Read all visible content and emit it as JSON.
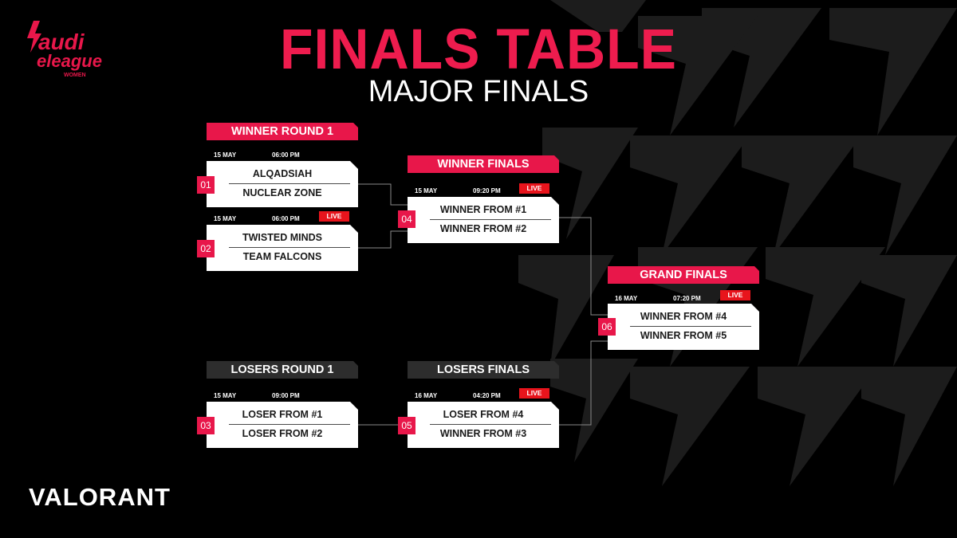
{
  "branding": {
    "league_logo_text": "Saudi eleague",
    "league_logo_subtext": "WOMEN",
    "game_logo_text": "VALORANT",
    "accent_color": "#e8174a",
    "live_color": "#e8141c"
  },
  "header": {
    "title": "FINALS TABLE",
    "subtitle": "MAJOR FINALS"
  },
  "rounds": {
    "winner_round_1": "WINNER ROUND 1",
    "winner_finals": "WINNER FINALS",
    "grand_finals": "GRAND FINALS",
    "losers_round_1": "LOSERS ROUND 1",
    "losers_finals": "LOSERS FINALS"
  },
  "matches": [
    {
      "number": "01",
      "date": "15 MAY",
      "time": "06:00 PM",
      "live": false,
      "team1": "ALQADSIAH",
      "team2": "NUCLEAR ZONE"
    },
    {
      "number": "02",
      "date": "15 MAY",
      "time": "06:00 PM",
      "live": true,
      "live_label": "LIVE",
      "team1": "TWISTED MINDS",
      "team2": "TEAM FALCONS"
    },
    {
      "number": "03",
      "date": "15 MAY",
      "time": "09:00 PM",
      "live": false,
      "team1": "LOSER FROM #1",
      "team2": "LOSER FROM #2"
    },
    {
      "number": "04",
      "date": "15 MAY",
      "time": "09:20 PM",
      "live": true,
      "live_label": "LIVE",
      "team1": "WINNER FROM #1",
      "team2": "WINNER FROM #2"
    },
    {
      "number": "05",
      "date": "16 MAY",
      "time": "04:20 PM",
      "live": true,
      "live_label": "LIVE",
      "team1": "LOSER FROM #4",
      "team2": "WINNER FROM #3"
    },
    {
      "number": "06",
      "date": "16 MAY",
      "time": "07:20 PM",
      "live": true,
      "live_label": "LIVE",
      "team1": "WINNER FROM #4",
      "team2": "WINNER FROM #5"
    }
  ]
}
